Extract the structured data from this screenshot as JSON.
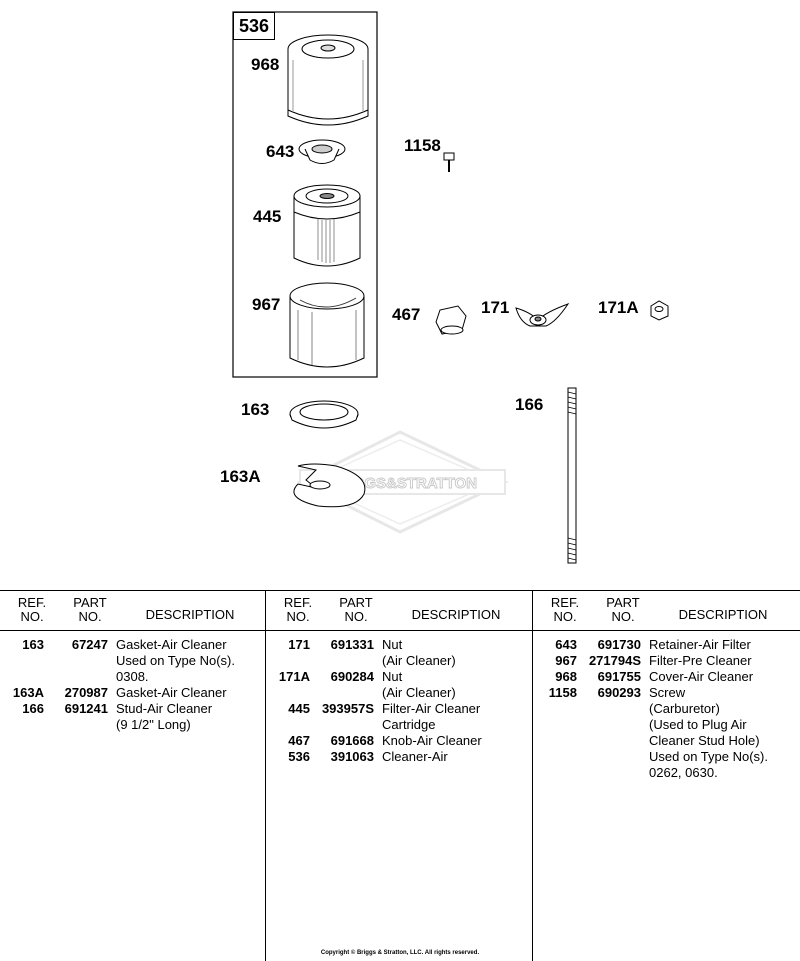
{
  "diagram": {
    "group_label": "536",
    "callouts": {
      "c968": "968",
      "c643": "643",
      "c1158": "1158",
      "c445": "445",
      "c967": "967",
      "c467": "467",
      "c171": "171",
      "c171A": "171A",
      "c163": "163",
      "c166": "166",
      "c163A": "163A"
    },
    "watermark": "BRIGGS&STRATTON"
  },
  "table": {
    "headers": {
      "ref1": "REF.",
      "ref2": "NO.",
      "part1": "PART",
      "part2": "NO.",
      "desc": "DESCRIPTION"
    },
    "columns": [
      [
        {
          "ref": "163",
          "part": "67247",
          "desc": "Gasket-Air Cleaner"
        },
        {
          "ref": "",
          "part": "",
          "desc": "Used on Type No(s)."
        },
        {
          "ref": "",
          "part": "",
          "desc": "0308."
        },
        {
          "ref": "163A",
          "part": "270987",
          "desc": "Gasket-Air Cleaner"
        },
        {
          "ref": "166",
          "part": "691241",
          "desc": "Stud-Air Cleaner"
        },
        {
          "ref": "",
          "part": "",
          "desc": "(9 1/2\" Long)"
        }
      ],
      [
        {
          "ref": "171",
          "part": "691331",
          "desc": "Nut"
        },
        {
          "ref": "",
          "part": "",
          "desc": "(Air Cleaner)"
        },
        {
          "ref": "171A",
          "part": "690284",
          "desc": "Nut"
        },
        {
          "ref": "",
          "part": "",
          "desc": "(Air Cleaner)"
        },
        {
          "ref": "445",
          "part": "393957S",
          "desc": "Filter-Air Cleaner"
        },
        {
          "ref": "",
          "part": "",
          "desc": "Cartridge"
        },
        {
          "ref": "467",
          "part": "691668",
          "desc": "Knob-Air Cleaner"
        },
        {
          "ref": "536",
          "part": "391063",
          "desc": "Cleaner-Air"
        }
      ],
      [
        {
          "ref": "643",
          "part": "691730",
          "desc": "Retainer-Air Filter"
        },
        {
          "ref": "967",
          "part": "271794S",
          "desc": "Filter-Pre Cleaner"
        },
        {
          "ref": "968",
          "part": "691755",
          "desc": "Cover-Air Cleaner"
        },
        {
          "ref": "1158",
          "part": "690293",
          "desc": "Screw"
        },
        {
          "ref": "",
          "part": "",
          "desc": "(Carburetor)"
        },
        {
          "ref": "",
          "part": "",
          "desc": "(Used to Plug Air"
        },
        {
          "ref": "",
          "part": "",
          "desc": "Cleaner Stud Hole)"
        },
        {
          "ref": "",
          "part": "",
          "desc": "Used on Type No(s)."
        },
        {
          "ref": "",
          "part": "",
          "desc": "0262, 0630."
        }
      ]
    ]
  },
  "copyright": "Copyright © Briggs & Stratton, LLC. All rights reserved."
}
